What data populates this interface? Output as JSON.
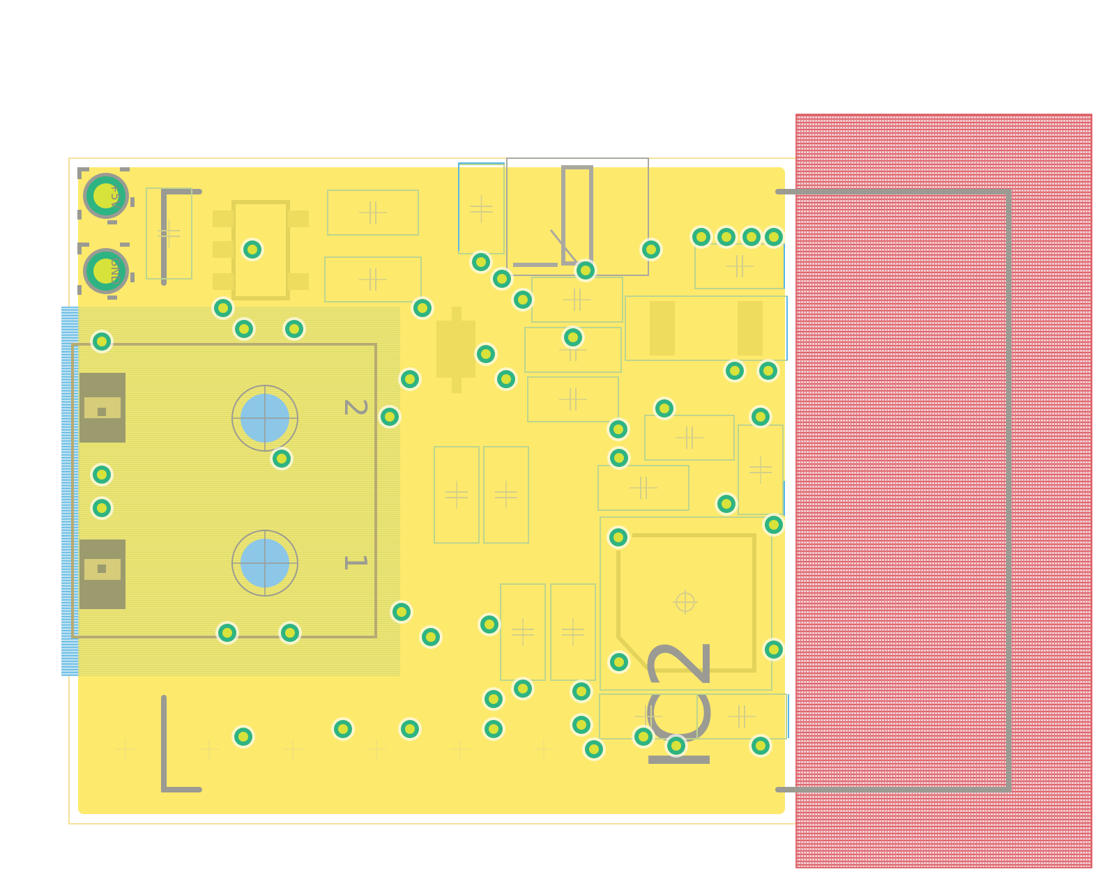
{
  "labels": {
    "ic2": "IC2",
    "conn_pin2": "2",
    "conn_pin1": "1",
    "tp_top": "+5V",
    "tp_bottom": "GND"
  },
  "colors": {
    "background": "#ffffff",
    "board_outline": "#f2d77a",
    "copper_pour": "#fde96c",
    "copper_hatch": "#e6d659",
    "silkscreen": "#9b9b93",
    "fab_outline": "#bdd58e",
    "pad_ring": "#2eb482",
    "via_drill": "#d7e23a",
    "bottom_layer": "#55b7e6",
    "keepout_red": "#d9474f"
  }
}
